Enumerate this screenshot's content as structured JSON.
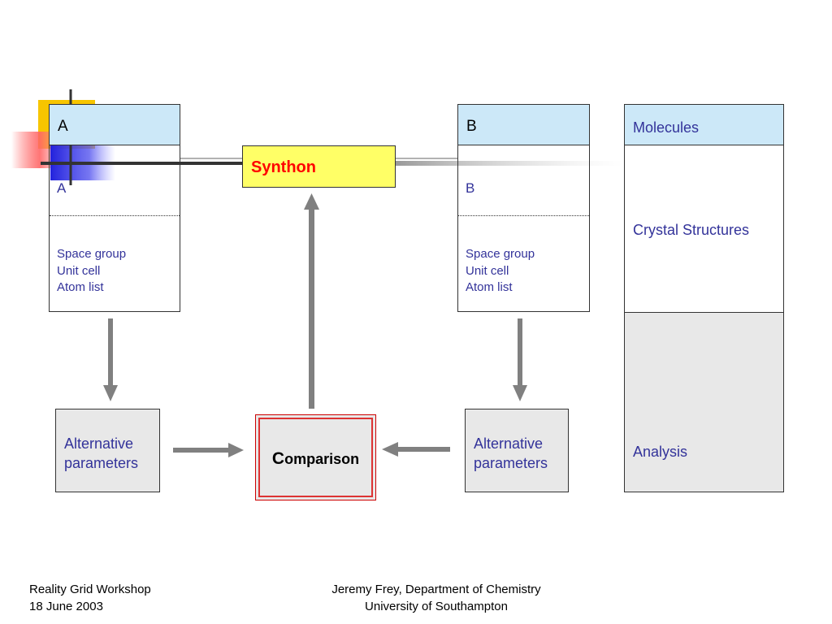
{
  "left_column": {
    "header": "A",
    "sub_label": "A",
    "list": [
      "Space group",
      "Unit cell",
      "Atom list"
    ],
    "alt_params": [
      "Alternative",
      "parameters"
    ]
  },
  "right_column": {
    "header": "B",
    "sub_label": "B",
    "list": [
      "Space group",
      "Unit cell",
      "Atom list"
    ],
    "alt_params": [
      "Alternative",
      "parameters"
    ]
  },
  "synthon": {
    "label": "Synthon",
    "color": "#ff0000",
    "background": "#ffff66"
  },
  "comparison": {
    "label_initial": "C",
    "label_rest": "omparison",
    "border_color": "#cc0000"
  },
  "side_panel": {
    "molecules": "Molecules",
    "crystal_structures": "Crystal Structures",
    "analysis": "Analysis"
  },
  "footer": {
    "left_line1": "Reality Grid Workshop",
    "left_line2": "18 June 2003",
    "center_line1": "Jeremy Frey, Department of Chemistry",
    "center_line2": "University of Southampton"
  },
  "colors": {
    "header_fill": "#cce8f8",
    "arrow": "#808080",
    "text_blue": "#33339a",
    "panel_gray": "#e8e8e8"
  }
}
